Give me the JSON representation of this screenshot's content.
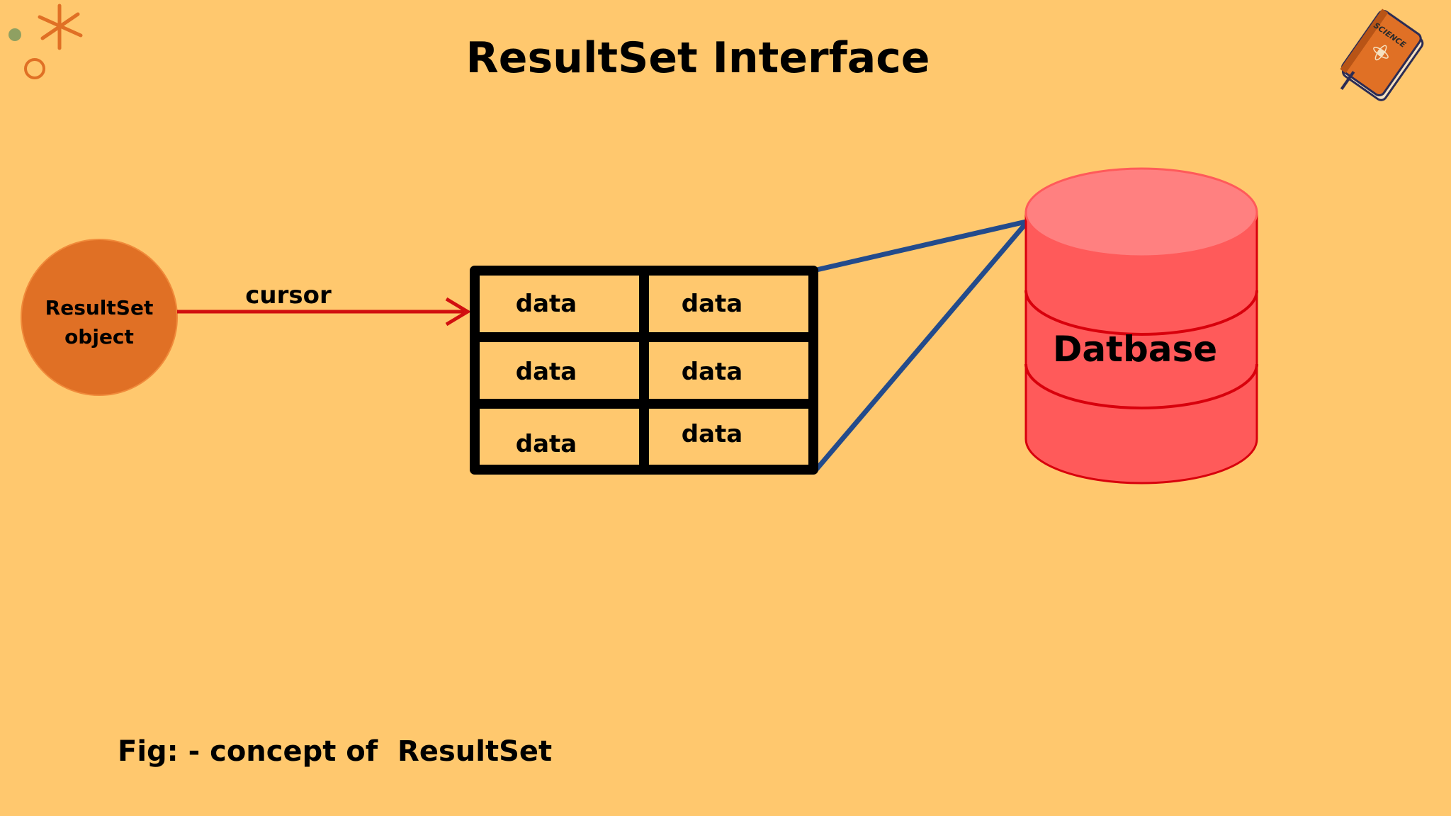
{
  "title": "ResultSet Interface",
  "resultset_node": {
    "label_line1": "ResultSet",
    "label_line2": "object"
  },
  "cursor_label": "cursor",
  "table": {
    "cells": [
      "data",
      "data",
      "data",
      "data",
      "data",
      "data"
    ]
  },
  "database_label": "Datbase",
  "caption": "Fig: - concept of  ResultSet",
  "book": {
    "cover_text": "SCIENCE"
  },
  "colors": {
    "background": "#FFC86E",
    "resultset_circle": "#E07025",
    "cursor_arrow": "#D10F0F",
    "connector_lines": "#234B8C",
    "database_body": "#FF5A5A",
    "database_top": "#FF8080",
    "book_cover": "#E07025"
  },
  "icons": {
    "decoration": "asterisk-doodle-icon",
    "book": "science-book-icon"
  }
}
